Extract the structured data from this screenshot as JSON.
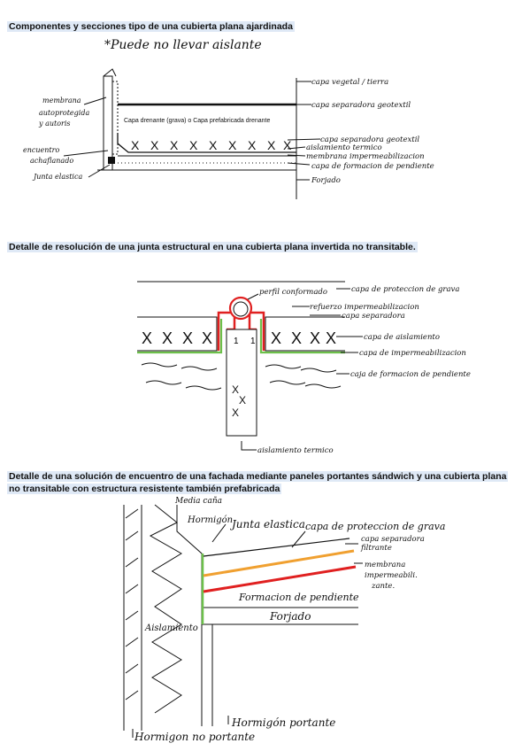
{
  "headings": {
    "h1": "Componentes y secciones tipo de una cubierta plana ajardinada",
    "h2": "Detalle de resolución de una junta estructural en una cubierta plana invertida no transitable.",
    "h3_line1": "Detalle de una solución de encuentro de una fachada mediante paneles portantes sándwich y una cubierta plana",
    "h3_line2": "no transitable con estructura resistente también prefabricada"
  },
  "diagram1": {
    "note": "*Puede no llevar aislante",
    "inner_label": "Capa drenante (grava) o Capa prefabricada drenante",
    "left_labels": {
      "membrana_1": "membrana",
      "membrana_2": "autoprotegida",
      "membrana_3": "y autoris",
      "encuentro_1": "encuentro",
      "encuentro_2": "achaflanado",
      "junta": "Junta elastica"
    },
    "right_labels": {
      "vegetal": "capa vegetal / tierra",
      "geotextil": "capa separadora geotextil",
      "sep_geotextil": "capa separadora geotextil",
      "aislamiento": "aislamiento termico",
      "membrana": "membrana impermeabilizacion",
      "pendiente": "capa de formacion de pendiente",
      "forjado": "Forjado"
    }
  },
  "diagram2": {
    "labels": {
      "perfil": "perfil conformado",
      "proteccion": "capa de proteccion de grava",
      "refuerzo": "refuerzo impermeabilizacion",
      "separadora": "capa separadora",
      "aislamiento": "capa de aislamiento",
      "imper": "capa de impermeabilizacion",
      "pendiente": "caja de formacion de pendiente",
      "aisl_bottom": "aislamiento termico"
    },
    "colors": {
      "green": "#6cc04a",
      "red": "#e02020"
    }
  },
  "diagram3": {
    "labels": {
      "media_cana": "Media caña",
      "hormigon": "Hormigón",
      "junta": "Junta elastica",
      "proteccion": "capa de proteccion de grava",
      "separadora_1": "capa separadora",
      "separadora_2": "filtrante",
      "membrana_1": "membrana",
      "membrana_2": "impermeabili.",
      "membrana_3": "zante.",
      "pendiente": "Formacion de pendiente",
      "forjado": "Forjado",
      "aislamiento": "Aislamiento",
      "portante": "Hormigón portante",
      "no_portante": "Hormigon no portante"
    },
    "colors": {
      "green": "#6cc04a",
      "orange": "#f0a030",
      "red": "#e02020"
    }
  }
}
